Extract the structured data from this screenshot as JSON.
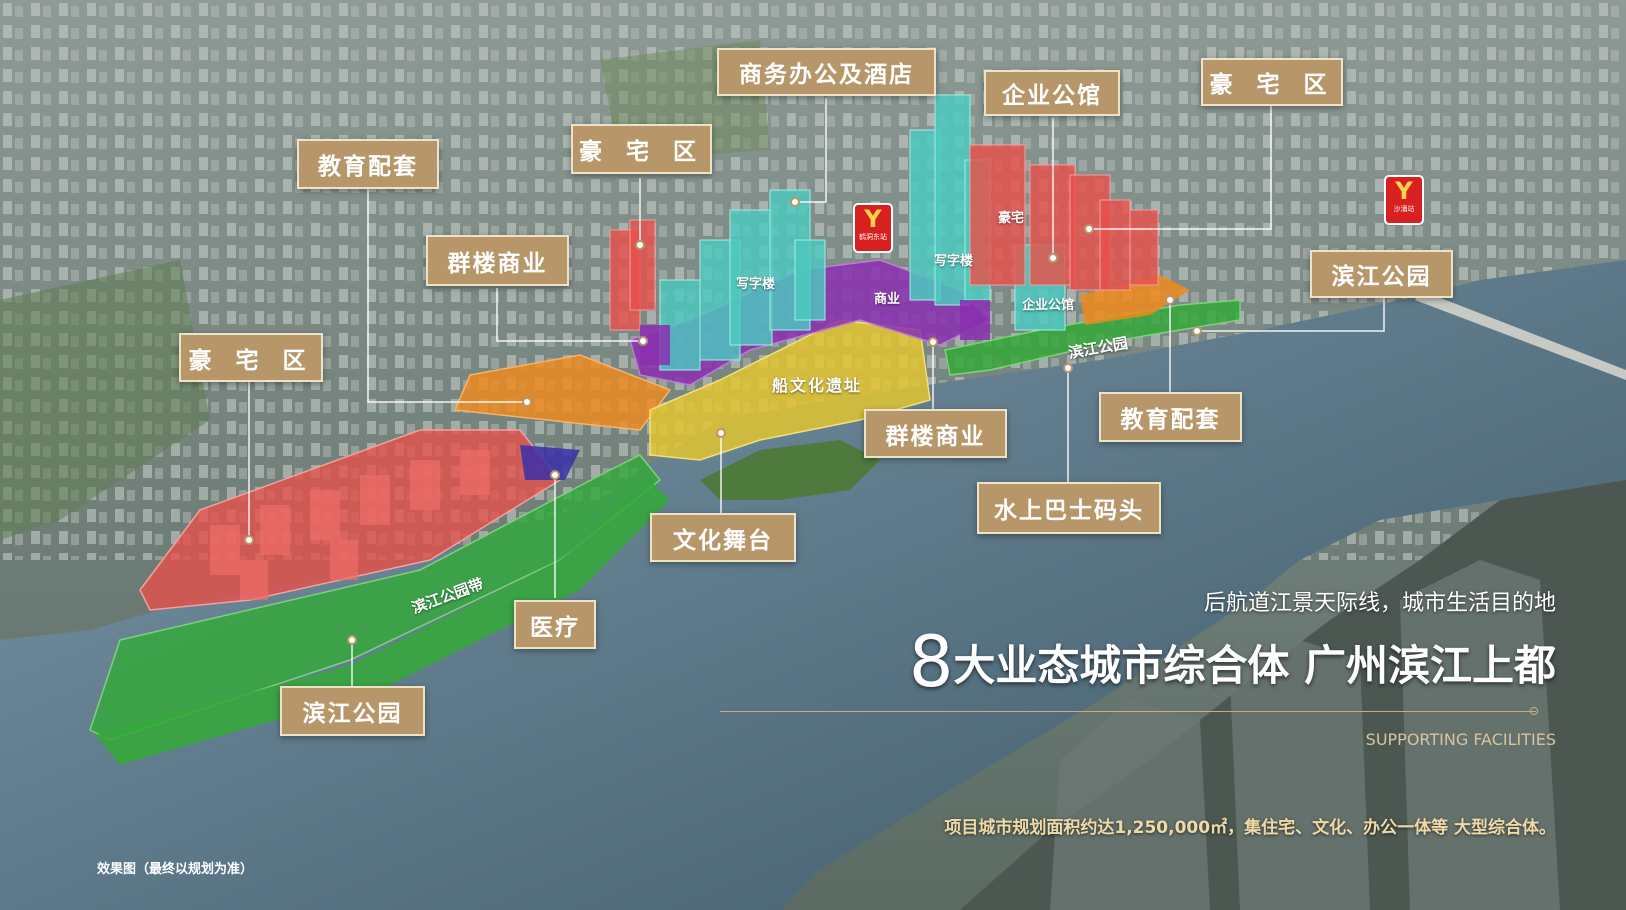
{
  "labels": {
    "business_office_hotel": "商务办公及酒店",
    "corporate_mansion": "企业公馆",
    "luxury_north_east": "豪 宅 区",
    "luxury_north": "豪 宅 区",
    "education_west": "教育配套",
    "cluster_commerce_north": "群楼商业",
    "luxury_west": "豪 宅 区",
    "riverside_park_east": "滨江公园",
    "cluster_commerce_south": "群楼商业",
    "education_east": "教育配套",
    "water_bus_pier": "水上巴士码头",
    "culture_stage": "文化舞台",
    "medical": "医疗",
    "riverside_park_south": "滨江公园"
  },
  "zone_texts": {
    "office_west": "写字楼",
    "office_east": "写字楼",
    "luxury_inner": "豪宅",
    "commerce": "商业",
    "corporate_inner": "企业公馆",
    "park_inner": "滨江公园",
    "ship_culture": "船文化遗址",
    "park_belt": "滨江公园带"
  },
  "metro": {
    "west_glyph": "Y",
    "west_name": "鹤洞东站",
    "east_glyph": "Y",
    "east_name": "沙涌站"
  },
  "headline": {
    "subtitle": "后航道江景天际线，城市生活目的地",
    "number": "8",
    "main": "大业态城市综合体 广州滨江上都",
    "english": "SUPPORTING FACILITIES",
    "description": "项目城市规划面积约达1,250,000㎡，集住宅、文化、办公一体等 大型综合体。"
  },
  "disclaimer": "效果图（最终以规划为准）",
  "colors": {
    "label_bg": "#b7976a",
    "luxury": "#e8504c",
    "office": "#4cc9c0",
    "commerce": "#8a2fb0",
    "education": "#f08a1c",
    "culture": "#e6c72e",
    "park": "#35a83a",
    "medical": "#3a2fa8",
    "river": "#6f8fa0"
  }
}
